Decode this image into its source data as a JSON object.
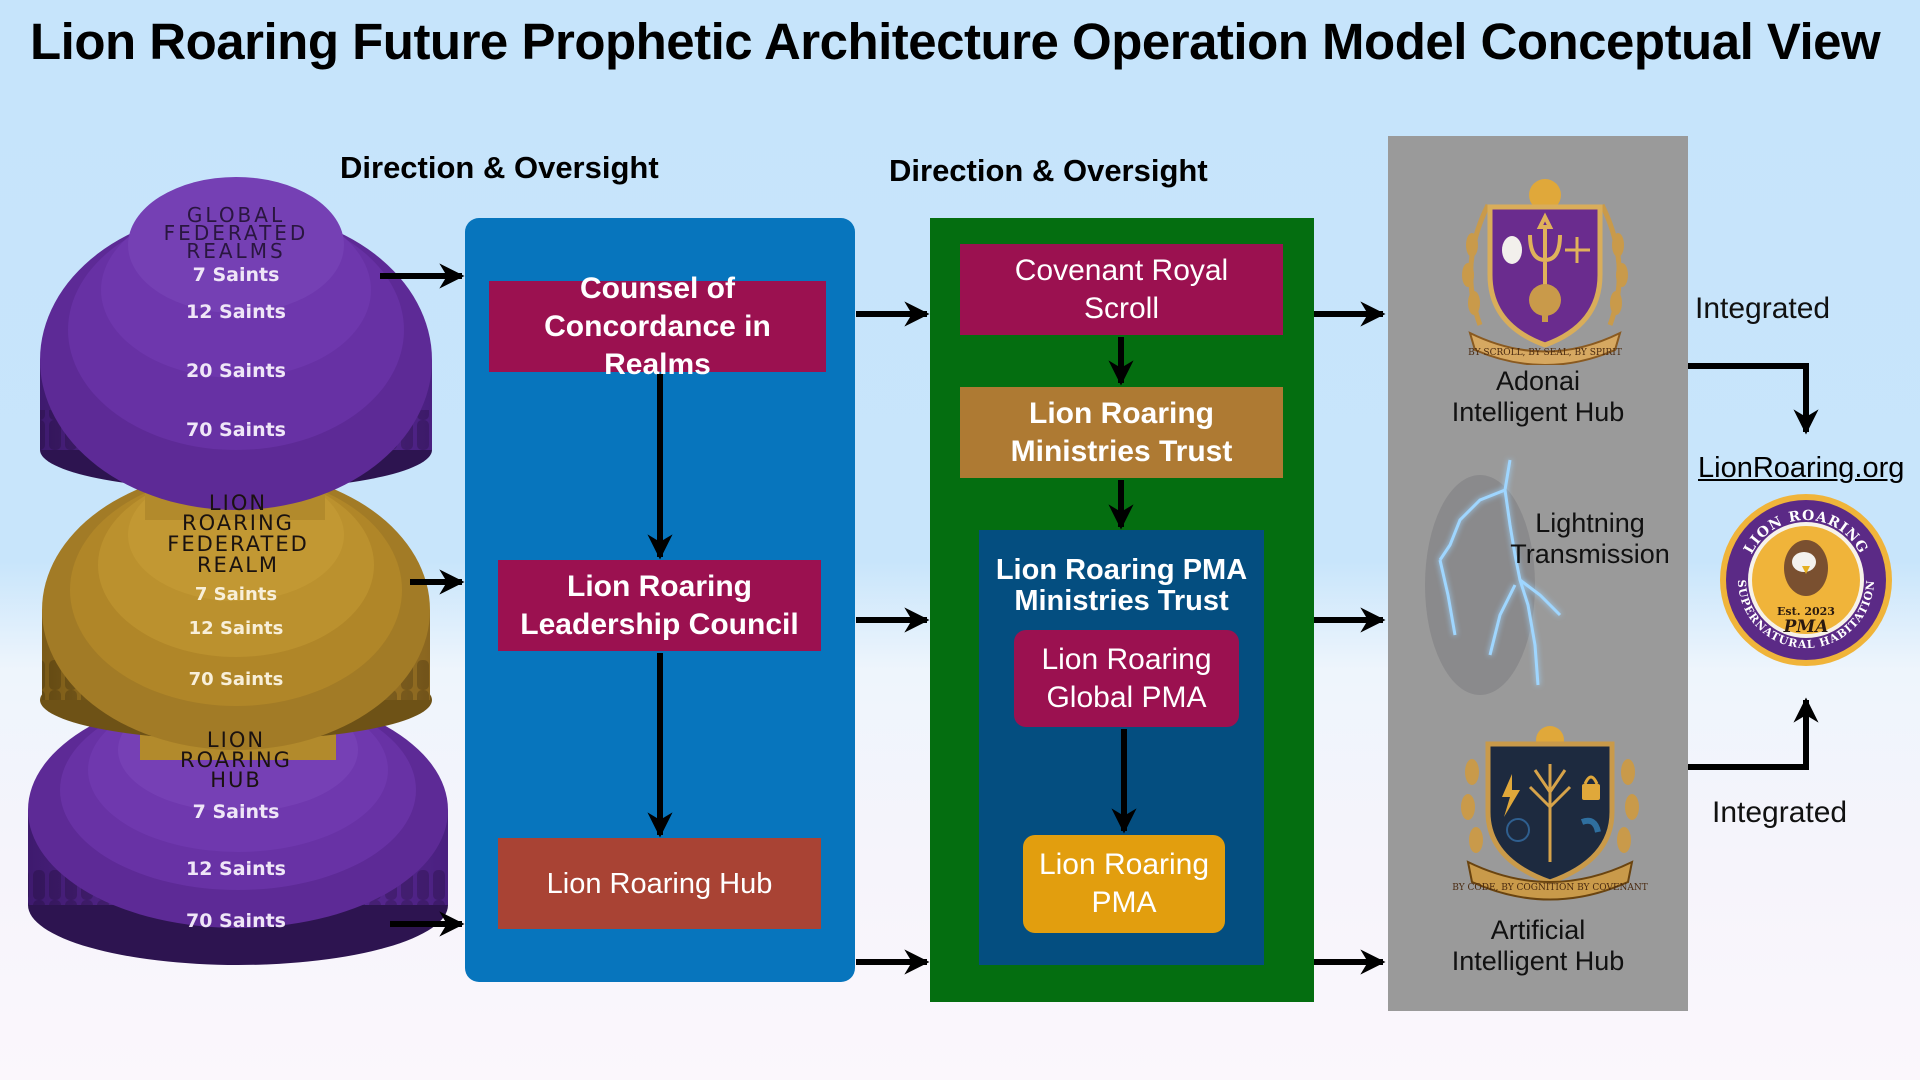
{
  "title": "Lion Roaring Future Prophetic Architecture Operation Model Conceptual View",
  "headings": {
    "left": "Direction & Oversight",
    "middle": "Direction & Oversight"
  },
  "tiers": [
    {
      "name": "GLOBAL FEDERATED REALMS",
      "name_lines": [
        "GLOBAL",
        "FEDERATED",
        "REALMS"
      ],
      "color": "#6a2fa6",
      "levels": [
        "7 Saints",
        "12 Saints",
        "20 Saints",
        "70 Saints"
      ]
    },
    {
      "name": "LION ROARING FEDERATED REALM",
      "name_lines": [
        "LION",
        "ROARING",
        "FEDERATED",
        "REALM"
      ],
      "color": "#b38a2e",
      "levels": [
        "7 Saints",
        "12 Saints",
        "70 Saints"
      ]
    },
    {
      "name": "LION ROARING HUB",
      "name_lines": [
        "LION",
        "ROARING",
        "HUB"
      ],
      "color": "#6a2fa6",
      "levels": [
        "7 Saints",
        "12 Saints",
        "70 Saints"
      ]
    }
  ],
  "blue_panel": {
    "color": "#0775bd",
    "nodes": [
      {
        "label": "Counsel of Concordance in Realms",
        "lines": [
          "Counsel of",
          "Concordance in Realms"
        ],
        "color": "#9b1150"
      },
      {
        "label": "Lion Roaring Leadership Council",
        "lines": [
          "Lion Roaring",
          "Leadership Council"
        ],
        "color": "#9b1150"
      },
      {
        "label": "Lion Roaring Hub",
        "lines": [
          "Lion Roaring Hub"
        ],
        "color": "#a94334"
      }
    ]
  },
  "green_panel": {
    "color": "#046e10",
    "nodes": [
      {
        "label": "Covenant Royal Scroll",
        "lines": [
          "Covenant Royal",
          "Scroll"
        ],
        "color": "#9b1150"
      },
      {
        "label": "Lion Roaring Ministries Trust",
        "lines": [
          "Lion Roaring",
          "Ministries Trust"
        ],
        "color": "#ae7a33"
      }
    ],
    "sub_panel": {
      "title_lines": [
        "Lion Roaring PMA",
        "Ministries Trust"
      ],
      "color": "#044e80",
      "nodes": [
        {
          "label": "Lion Roaring Global PMA",
          "lines": [
            "Lion Roaring",
            "Global PMA"
          ],
          "color": "#9b1150"
        },
        {
          "label": "Lion Roaring PMA",
          "lines": [
            "Lion Roaring",
            "PMA"
          ],
          "color": "#e29e0e"
        }
      ]
    }
  },
  "gray_panel": {
    "color": "#9a9a9a",
    "items": [
      {
        "icon": "adonai-crest-icon",
        "lines": [
          "Adonai",
          "Intelligent Hub"
        ],
        "motto": "BY SCROLL, BY SEAL, BY SPIRIT"
      },
      {
        "icon": "lightning-icon",
        "lines": [
          "Lightning",
          "Transmission"
        ]
      },
      {
        "icon": "ai-crest-icon",
        "lines": [
          "Artificial",
          "Intelligent Hub"
        ],
        "motto": "BY CODE, BY COGNITION BY COVENANT"
      }
    ]
  },
  "right": {
    "integrated_top": "Integrated",
    "integrated_bottom": "Integrated",
    "link": "LionRoaring.org",
    "badge": {
      "top_text": "LION ROARING",
      "bottom_text": "SUPERNATURAL HABITATION",
      "est": "Est. 2023",
      "pma": "PMA",
      "ring_color": "#5b2a86",
      "fill_color": "#f0b43a"
    }
  }
}
